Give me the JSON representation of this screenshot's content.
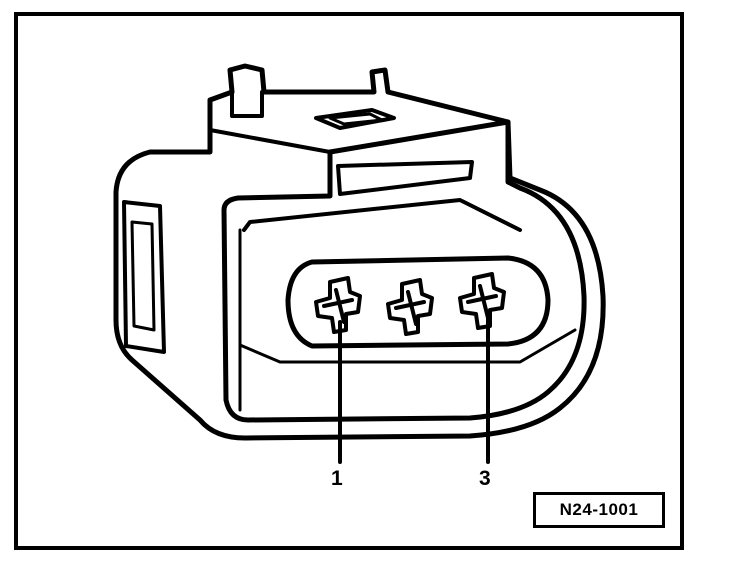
{
  "callouts": [
    {
      "id": "1",
      "label": "1"
    },
    {
      "id": "3",
      "label": "3"
    }
  ],
  "figure_code": "N24-1001",
  "colors": {
    "line": "#000000",
    "background": "#ffffff"
  }
}
